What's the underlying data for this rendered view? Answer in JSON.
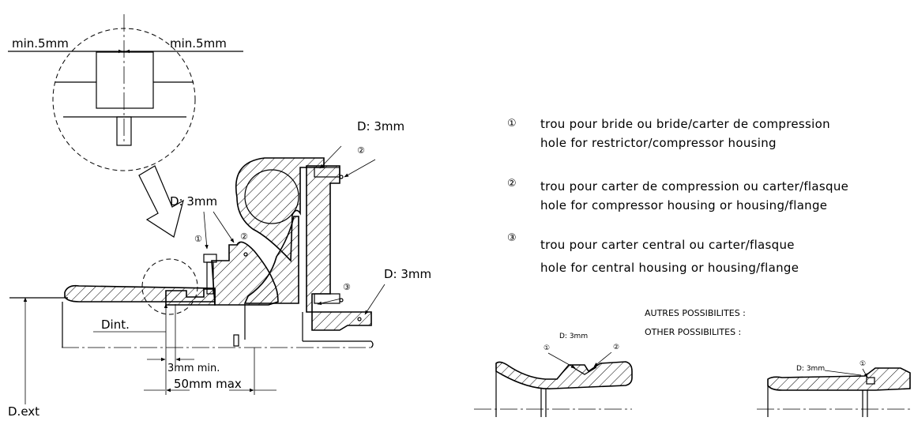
{
  "dimensions": {
    "min_left": "min.5mm",
    "min_right": "min.5mm",
    "d_int": "Dint.",
    "d_ext": "D.ext",
    "gap_min": "3mm min.",
    "max_len": "50mm max"
  },
  "hole_labels": {
    "top_right": "D: 3mm",
    "center": "D: 3mm",
    "bottom_right": "D: 3mm"
  },
  "markers": {
    "m1": "①",
    "m2": "②",
    "m3": "③"
  },
  "legend": [
    {
      "marker": "①",
      "fr": "trou pour bride ou bride/carter de compression",
      "en": "hole for restrictor/compressor housing"
    },
    {
      "marker": "②",
      "fr": "trou pour carter de compression ou carter/flasque",
      "en": "hole for compressor housing or housing/flange"
    },
    {
      "marker": "③",
      "fr": "trou pour carter central ou carter/flasque",
      "en": "hole for central housing or housing/flange"
    }
  ],
  "other": {
    "title_fr": "AUTRES POSSIBILITES :",
    "title_en": "OTHER POSSIBILITES :",
    "d1_label": "D: 3mm",
    "d2_label": "D: 3mm"
  }
}
